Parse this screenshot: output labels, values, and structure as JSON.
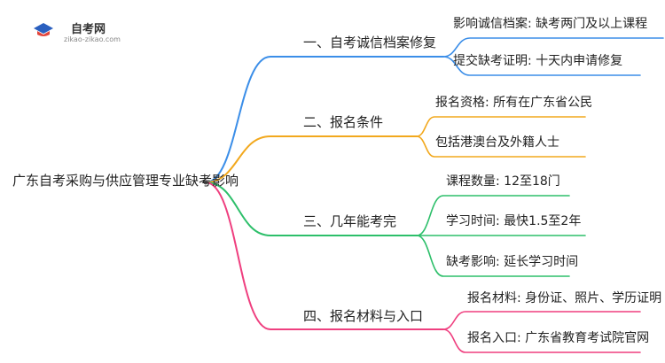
{
  "logo": {
    "name": "自考网",
    "site": "zikao-zikao.com"
  },
  "root": "广东自考采购与供应管理专业缺考影响",
  "branches": [
    {
      "label": "一、自考诚信档案修复",
      "color": "#3b8ee8",
      "leaves": [
        "影响诚信档案: 缺考两门及以上课程",
        "提交缺考证明: 十天内申请修复"
      ]
    },
    {
      "label": "二、报名条件",
      "color": "#f2a81d",
      "leaves": [
        "报名资格: 所有在广东省公民",
        "包括港澳台及外籍人士"
      ]
    },
    {
      "label": "三、几年能考完",
      "color": "#2dbf6a",
      "leaves": [
        "课程数量: 12至18门",
        "学习时间: 最快1.5至2年",
        "缺考影响: 延长学习时间"
      ]
    },
    {
      "label": "四、报名材料与入口",
      "color": "#ef3f7f",
      "leaves": [
        "报名材料: 身份证、照片、学历证明",
        "报名入口: 广东省教育考试院官网"
      ]
    }
  ]
}
